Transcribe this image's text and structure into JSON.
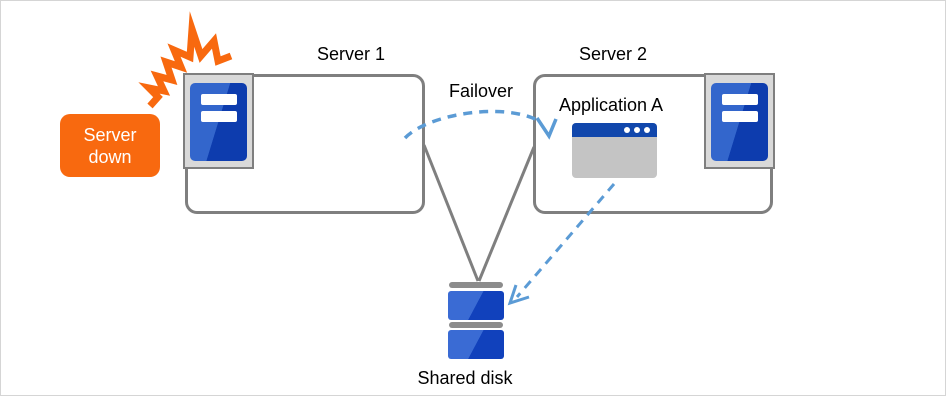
{
  "title": "Server failover to shared disk diagram",
  "colors": {
    "accent_orange": "#F8690F",
    "box_border": "#7F7F7F",
    "connector_gray": "#7F7F7F",
    "icon_plate_gray": "#D9D9D9",
    "blue_light": "#3366CC",
    "blue_dark": "#0D3CAE",
    "disk_blue_light": "#3A6BD4",
    "disk_blue_dark": "#1141BC",
    "disk_cap_gray": "#8C8C8C",
    "window_title_blue": "#1147AC",
    "window_body_gray": "#C4C4C4",
    "arrow_blue": "#5B9BD5",
    "text_color": "#000000",
    "canvas_border": "#D5D5D5",
    "badge_text": "#FFFFFF"
  },
  "badge": {
    "line1": "Server",
    "line2": "down"
  },
  "nodes": {
    "server1": {
      "label": "Server 1"
    },
    "server2": {
      "label": "Server 2"
    },
    "application": {
      "label": "Application A"
    },
    "shared_disk": {
      "label": "Shared disk"
    }
  },
  "edges": {
    "failover": {
      "label": "Failover",
      "style": "dashed",
      "from": "Server 1",
      "to": "Server 2"
    },
    "app_to_disk": {
      "style": "dashed",
      "from": "Application A",
      "to": "Shared disk"
    },
    "server1_to_disk": {
      "style": "solid",
      "from": "Server 1",
      "to": "Shared disk"
    },
    "server2_to_disk": {
      "style": "solid",
      "from": "Server 2",
      "to": "Shared disk"
    }
  },
  "icons": {
    "crash": "crash-burst-icon",
    "server_unit": "server-icon",
    "application_window": "window-icon",
    "shared_disk_unit": "stacked-disk-icon"
  }
}
